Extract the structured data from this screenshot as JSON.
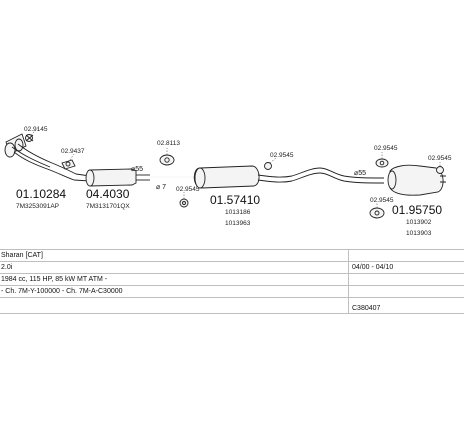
{
  "parts": {
    "front_pipe": {
      "number": "01.10284",
      "oem": "7M3253091AP"
    },
    "front_clamp": {
      "number": "02.9145"
    },
    "front_gasket": {
      "number": "02.9437"
    },
    "catalyst": {
      "number": "04.4030",
      "oem": "7M3131701QX"
    },
    "cat_clamp": {
      "number": "02.8113"
    },
    "cat_hanger": {
      "number": "02.9545"
    },
    "middle_box": {
      "number": "01.57410",
      "oem_1": "1013186",
      "oem_2": "1013963"
    },
    "middle_hanger": {
      "number": "02.9545"
    },
    "rear_clamp_a": {
      "number": "02.9545"
    },
    "rear_clamp_b": {
      "number": "02.9545"
    },
    "rear_hanger": {
      "number": "02.9545"
    },
    "rear_box": {
      "number": "01.95750",
      "oem_1": "1013902",
      "oem_2": "1013903"
    }
  },
  "dimensions": {
    "d1": "⌀55",
    "d2": "⌀ 7",
    "d3": "⌀55"
  },
  "vehicle_table": {
    "rows": [
      {
        "col1": "Sharan  [CAT]",
        "col2": ""
      },
      {
        "col1": "2.0i",
        "col2": "04/00 - 04/10"
      },
      {
        "col1": "1984 cc, 115 HP, 85 kW MT ATM -",
        "col2": ""
      },
      {
        "col1": "- Ch. 7M-Y-100000 - Ch. 7M-A-C30000",
        "col2": ""
      },
      {
        "col1": "",
        "col2": "C380407"
      }
    ]
  },
  "colors": {
    "line": "#222222",
    "grid": "#bfbfbf",
    "background": "#ffffff"
  }
}
